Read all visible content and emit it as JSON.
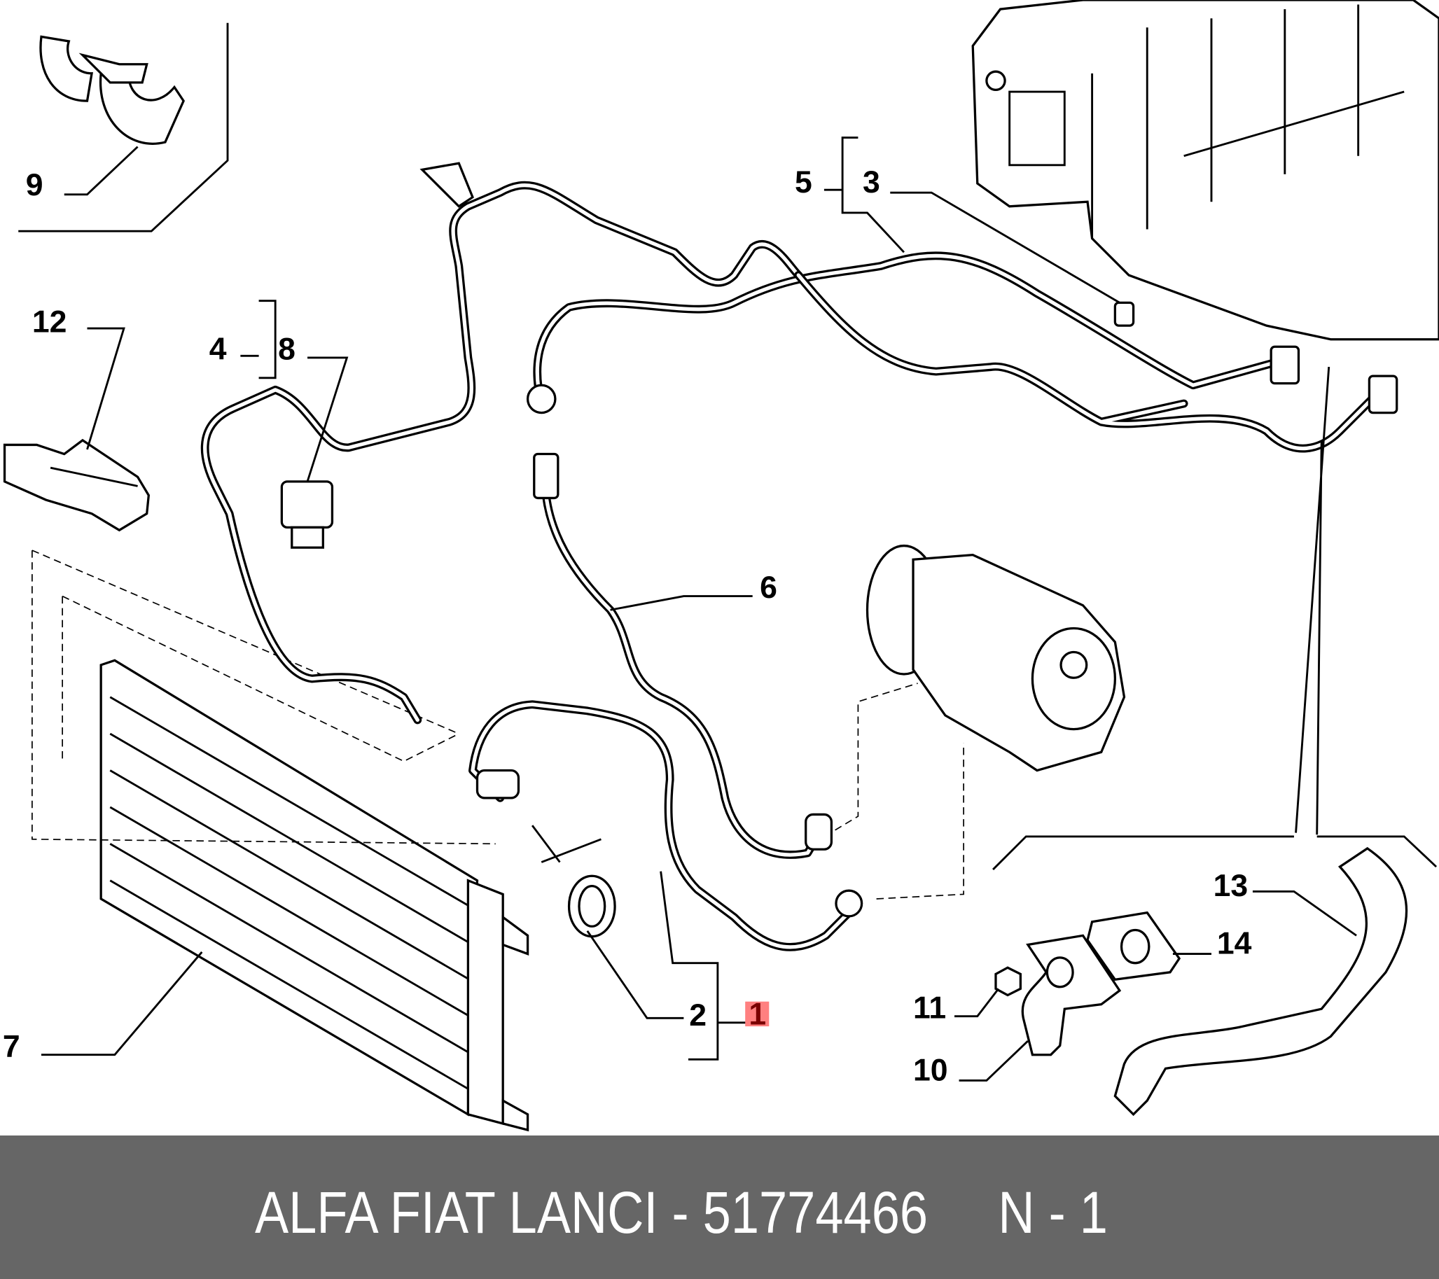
{
  "diagram": {
    "callouts": {
      "p1": "1",
      "p2": "2",
      "p3": "3",
      "p4": "4",
      "p5": "5",
      "p6": "6",
      "p7": "7",
      "p8": "8",
      "p9": "9",
      "p10": "10",
      "p11": "11",
      "p12": "12",
      "p13": "13",
      "p14": "14"
    },
    "highlighted_part": "1",
    "highlight_color": "#ff8080"
  },
  "footer": {
    "caption": "ALFA FIAT LANCI - 51774466     N - 1",
    "background": "#666666"
  }
}
